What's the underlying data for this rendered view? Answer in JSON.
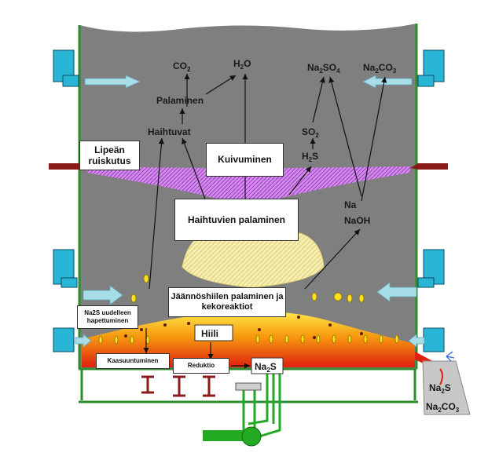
{
  "labels": {
    "co2": "CO",
    "co2_sub": "2",
    "h2o": "H",
    "h2o_sub": "2",
    "h2o_tail": "O",
    "na2so4_a": "Na",
    "na2so4_sub1": "2",
    "na2so4_b": "SO",
    "na2so4_sub2": "4",
    "na2co3_a": "Na",
    "na2co3_sub1": "2",
    "na2co3_b": "CO",
    "na2co3_sub2": "3",
    "palaminen": "Palaminen",
    "haihtuvat": "Haihtuvat",
    "so2": "SO",
    "so2_sub": "2",
    "h2s": "H",
    "h2s_sub": "2",
    "h2s_tail": "S",
    "na": "Na",
    "naoh": "NaOH",
    "hiili": "Hiili",
    "na2s_center_a": "Na",
    "na2s_center_sub": "2",
    "na2s_center_b": "S",
    "out_na2s_a": "Na",
    "out_na2s_sub": "2",
    "out_na2s_b": "S",
    "out_na2co3_a": "Na",
    "out_na2co3_sub1": "2",
    "out_na2co3_b": "CO",
    "out_na2co3_sub2": "3"
  },
  "boxes": {
    "lipean_ruiskutus": "Lipeän ruiskutus",
    "kuivuminen": "Kuivuminen",
    "haihtuvien_palaminen": "Haihtuvien palaminen",
    "jaannoshiilen": "Jäännöshiilen palaminen ja kekoreaktiot",
    "na2s_hapettuminen": "Na2S uudelleen hapettuminen",
    "kaasuuntuminen": "Kaasuuntuminen",
    "reduktio": "Reduktio"
  },
  "colors": {
    "furnace_gray": "#7f7f7f",
    "wall_green": "#2e8b2e",
    "port_cyan": "#29b6d6",
    "air_arrow": "#a8dde8",
    "spray_purple": "#c040e0",
    "spray_yellow": "#f2e8a0",
    "smelt_red": "#e02010",
    "smelt_orange": "#f07a10",
    "smelt_yellow": "#ffe020",
    "pipe_green": "#22aa22",
    "beam_red": "#8b1a1a"
  }
}
